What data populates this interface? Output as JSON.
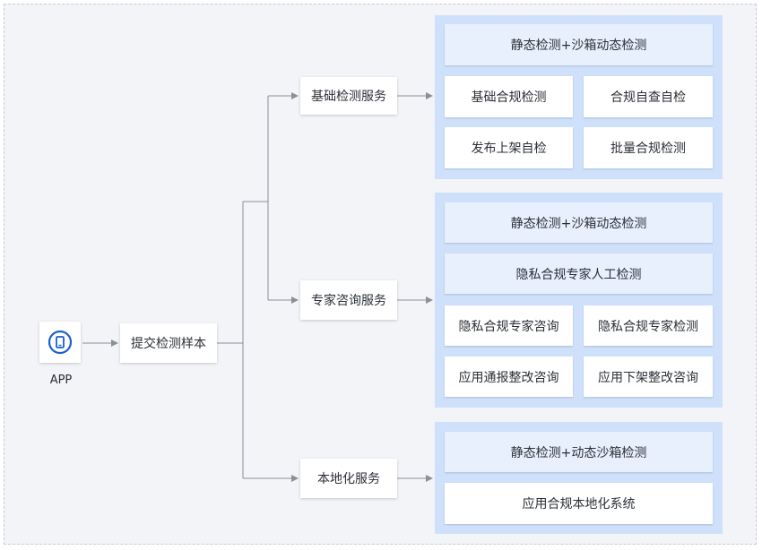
{
  "app": {
    "label": "APP",
    "icon": "mobile-phone-icon"
  },
  "submit": {
    "label": "提交检测样本"
  },
  "services": [
    {
      "label": "基础检测服务",
      "header": "静态检测+沙箱动态检测",
      "items": [
        "基础合规检测",
        "合规自查自检",
        "发布上架自检",
        "批量合规检测"
      ]
    },
    {
      "label": "专家咨询服务",
      "header": "静态检测+沙箱动态检测",
      "subheader": "隐私合规专家人工检测",
      "items": [
        "隐私合规专家咨询",
        "隐私合规专家检测",
        "应用通报整改咨询",
        "应用下架整改咨询"
      ]
    },
    {
      "label": "本地化服务",
      "header": "静态检测+动态沙箱检测",
      "items": [
        "应用合规本地化系统"
      ]
    }
  ],
  "colors": {
    "panel": "#cfe0fb",
    "header_tile": "#e8f0fe",
    "icon": "#1a5fd0",
    "connector": "#8a8f98"
  }
}
